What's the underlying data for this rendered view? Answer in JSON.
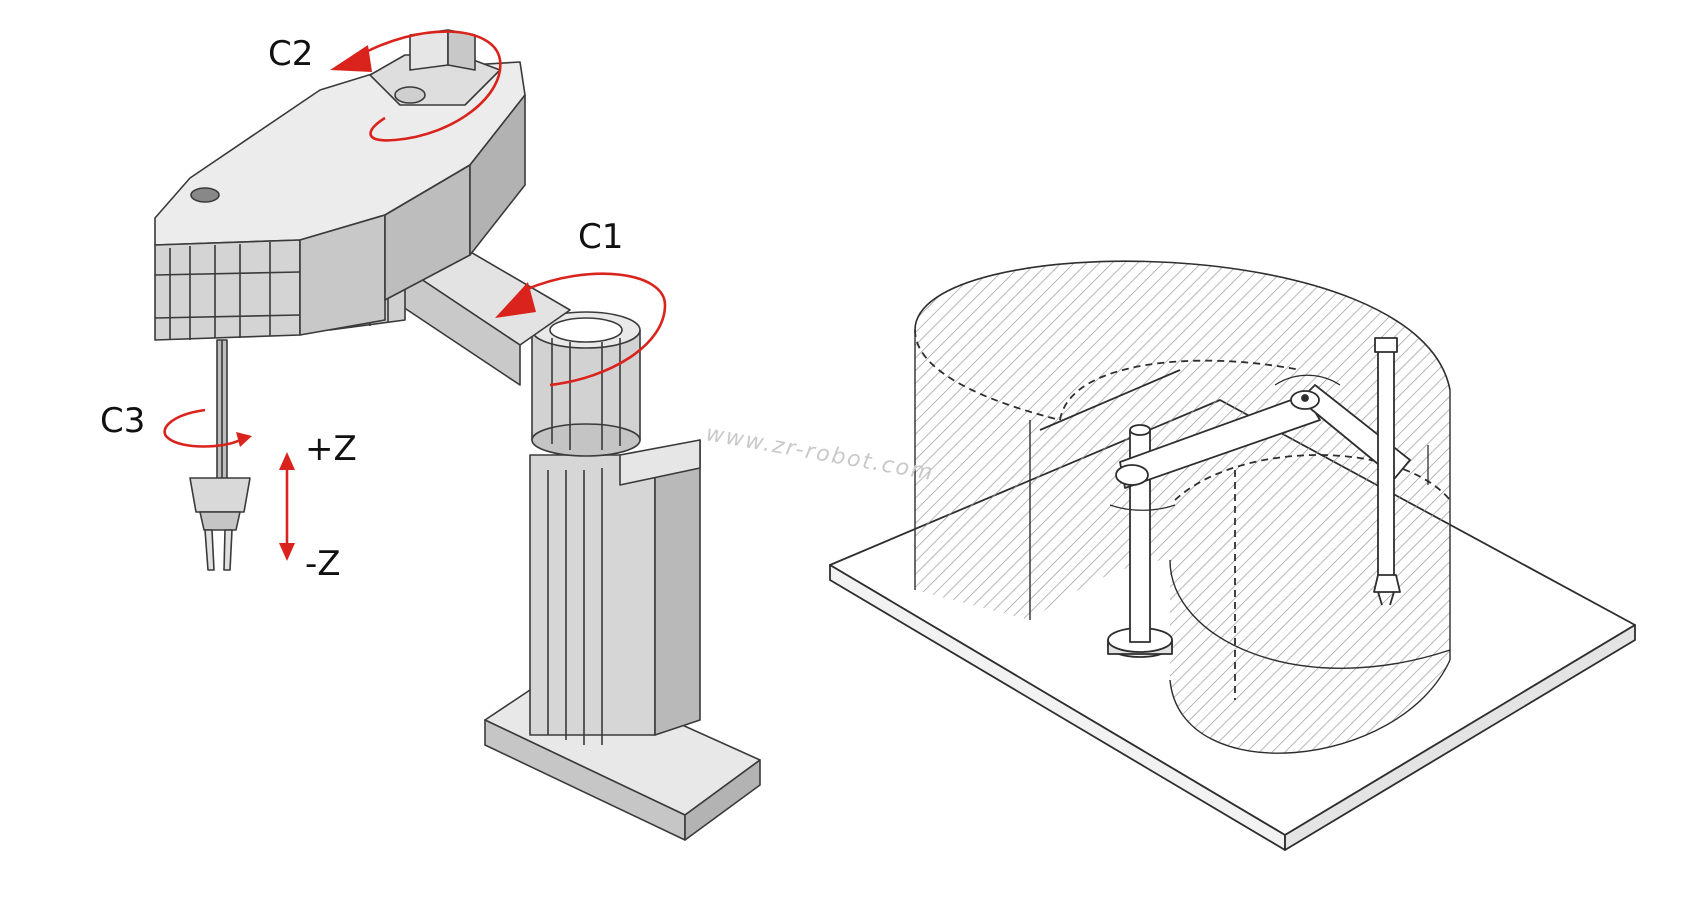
{
  "labels": {
    "c1": "C1",
    "c2": "C2",
    "c3": "C3",
    "plus_z": "+Z",
    "minus_z": "-Z"
  },
  "watermark": "www.zr-robot.com",
  "colors": {
    "arrow": "#d9231c",
    "body": "#dcdcdc",
    "body_dark": "#b8b8b8",
    "body_light": "#ececec",
    "outline": "#3a3a3a",
    "hatch": "#9a9a9a"
  }
}
